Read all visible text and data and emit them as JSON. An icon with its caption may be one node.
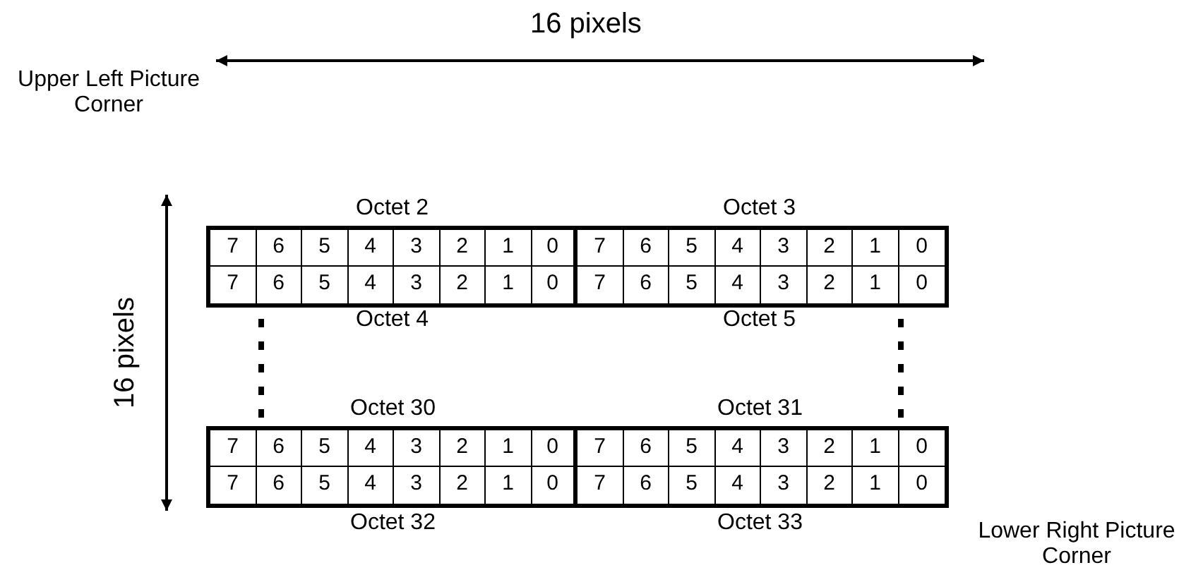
{
  "diagram": {
    "labels": [
      "16 pixels",
      "Upper Left Picture Corner",
      "Octet 2",
      "Octet 3",
      "7",
      "6",
      "5",
      "4",
      "3",
      "2",
      "1",
      "0",
      "7",
      "6",
      "5",
      "4",
      "3",
      "2",
      "1",
      "0",
      "7",
      "6",
      "5",
      "4",
      "3",
      "2",
      "1",
      "0",
      "7",
      "6",
      "5",
      "4",
      "3",
      "2",
      "1",
      "0",
      "Octet 4",
      "Octet 5",
      "16 pixels",
      "Octet 30",
      "Octet 31",
      "7",
      "6",
      "5",
      "4",
      "3",
      "2",
      "1",
      "0",
      "7",
      "6",
      "5",
      "4",
      "3",
      "2",
      "1",
      "0",
      "7",
      "6",
      "5",
      "4",
      "3",
      "2",
      "1",
      "0",
      "7",
      "6",
      "5",
      "4",
      "3",
      "2",
      "1",
      "0",
      "Octet 32",
      "Octet 33",
      "Lower Right Picture Corner"
    ]
  }
}
